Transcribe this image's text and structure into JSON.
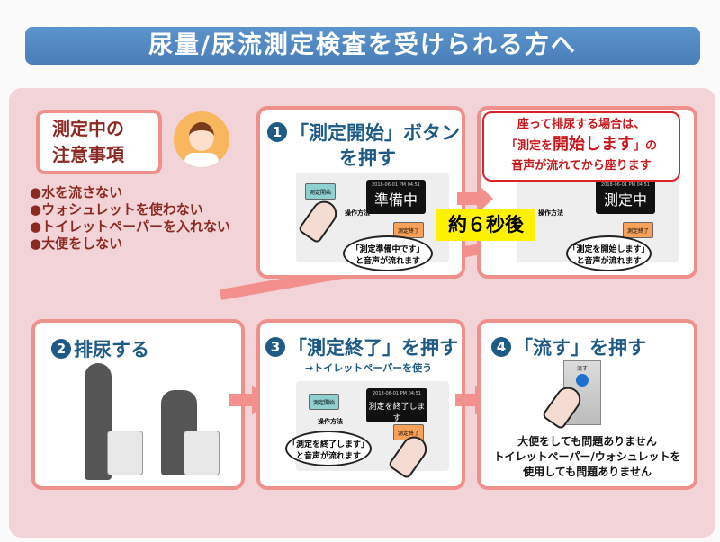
{
  "title": "尿量/尿流測定検査を受けられる方へ",
  "notice": {
    "heading_line1": "測定中の",
    "heading_line2": "注意事項",
    "items": [
      "水を流さない",
      "ウォシュレットを使わない",
      "トイレットペーパーを入れない",
      "大便をしない"
    ],
    "bullet": "●"
  },
  "step1": {
    "number": "1",
    "title_line1": "「測定開始」ボタン",
    "title_line2": "を押す",
    "screen_text": "準備中",
    "start_button": "測定開始",
    "end_button": "測定終了",
    "operation_label": "操作方法",
    "bubble_line1": "「測定準備中です」",
    "bubble_line2": "と音声が流れます"
  },
  "wait_label": "約６秒後",
  "step1b": {
    "callout_line1": "座って排尿する場合は、",
    "callout_line2a": "「測定を",
    "callout_line2b": "開始します",
    "callout_line2c": "」の",
    "callout_line3": "音声が流れてから座ります",
    "screen_text": "測定中",
    "end_button": "測定終了",
    "operation_label": "操作方法",
    "bubble_line1": "「測定を開始します」",
    "bubble_line2": "と音声が流れます"
  },
  "step2": {
    "number": "2",
    "title": "排尿する"
  },
  "step3": {
    "number": "3",
    "title": "「測定終了」を押す",
    "subtitle": "→トイレットペーパーを使う",
    "screen_text": "測定を終了します",
    "start_button": "測定開始",
    "end_button": "測定終了",
    "operation_label": "操作方法",
    "bubble_line1": "「測定を終了します」",
    "bubble_line2": "と音声が流れます"
  },
  "step4": {
    "number": "4",
    "title": "「流す」を押す",
    "flush_label": "流す",
    "text_line1": "大便をしても問題ありません",
    "text_line2": "トイレットペーパー/ウォシュレットを",
    "text_line3": "使用しても問題ありません"
  }
}
